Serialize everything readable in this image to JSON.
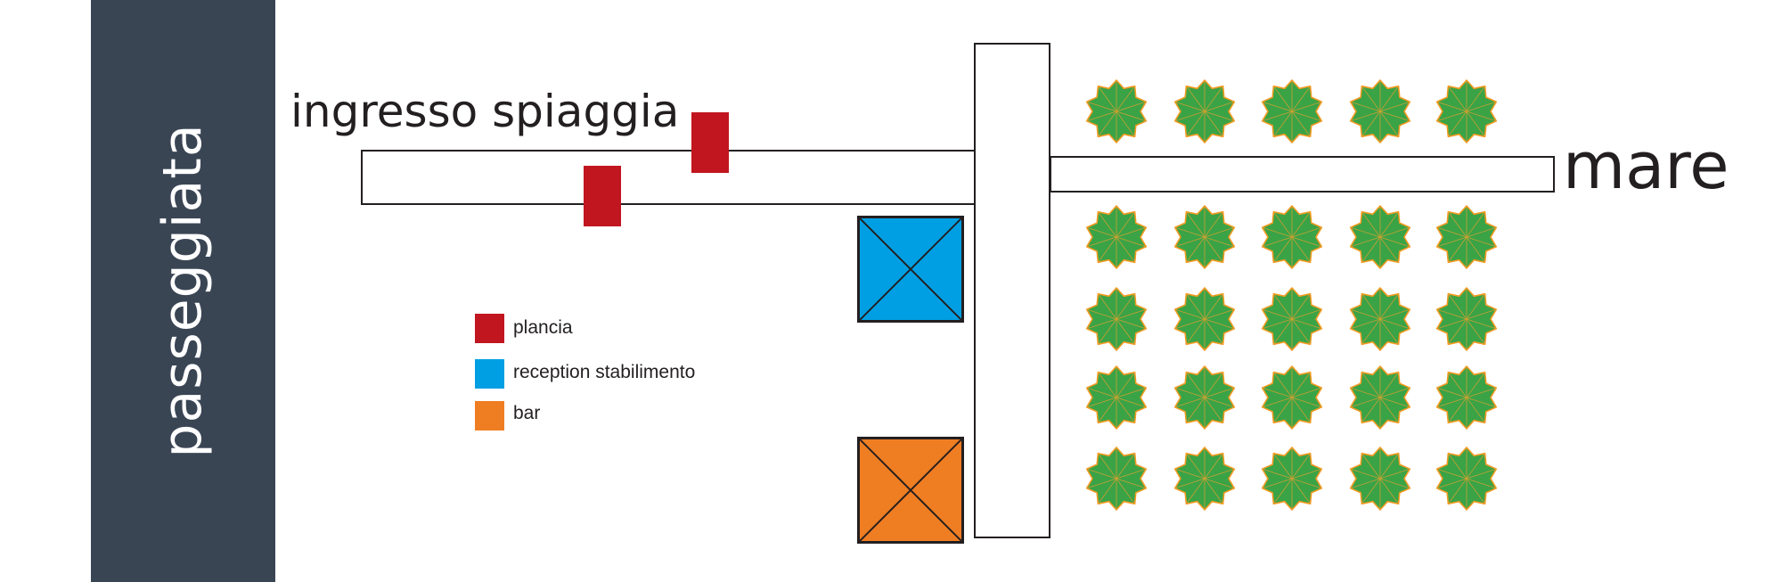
{
  "promenade": {
    "label": "passeggiata"
  },
  "entrance": {
    "label": "ingresso spiaggia"
  },
  "sea": {
    "label": "mare"
  },
  "legend": {
    "items": [
      {
        "label": "plancia",
        "color": "#c1161f"
      },
      {
        "label": "reception stabilimento",
        "color": "#009fe3"
      },
      {
        "label": "bar",
        "color": "#ef7d22"
      }
    ]
  },
  "colors": {
    "promenade": "#3a4554",
    "umbrella_fill": "#3aa346",
    "umbrella_edge": "#f39a21",
    "umbrella_ribs": "#c9a032"
  },
  "umbrellas": {
    "rows": 5,
    "columns": 5
  }
}
